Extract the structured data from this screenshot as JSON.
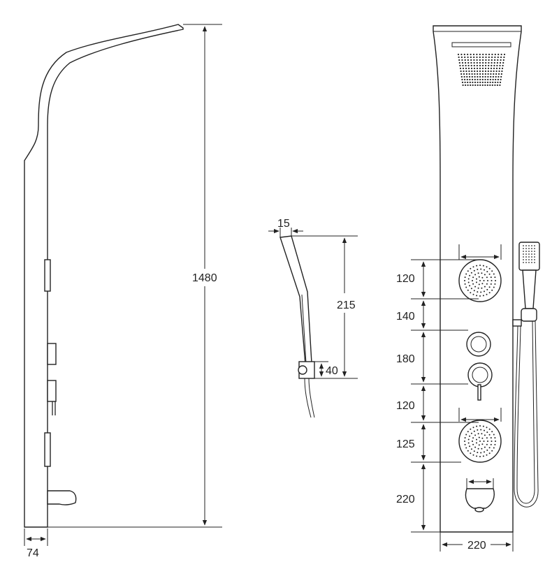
{
  "dimensions": {
    "total_height": "1480",
    "depth": "74",
    "handle_thickness": "15",
    "handle_length": "215",
    "holder_height": "40",
    "jet_upper": "120",
    "gap_upper": "140",
    "controls": "180",
    "gap_lower": "120",
    "jet_lower": "125",
    "spout": "220",
    "width": "220"
  },
  "colors": {
    "line": "#222222",
    "background": "#ffffff"
  }
}
